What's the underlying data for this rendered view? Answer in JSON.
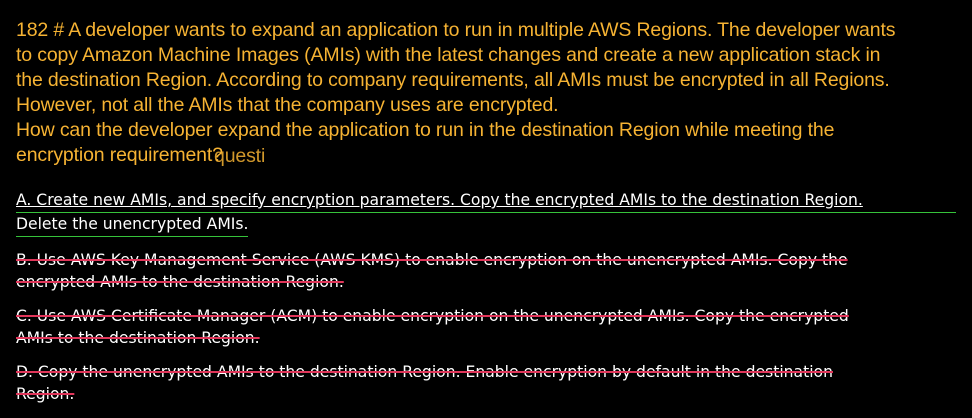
{
  "question": {
    "lines": [
      "182 # A developer wants to expand an application to run in multiple AWS Regions. The developer wants",
      "to copy Amazon Machine Images (AMIs) with the latest changes and create a new application stack in",
      "the destination Region. According to company requirements, all AMIs must be encrypted in all Regions.",
      "However, not all the AMIs that the company uses are encrypted.",
      "How can the developer expand the application to run in the destination Region while meeting the",
      "encryption requirement?"
    ],
    "overlap_text": "questi"
  },
  "options": {
    "a": {
      "lines": [
        "A. Create new AMIs, and specify encryption parameters. Copy the encrypted AMIs to the destination Region.",
        "Delete the unencrypted AMIs."
      ],
      "status": "correct"
    },
    "b": {
      "lines": [
        "B. Use AWS Key Management Service (AWS KMS) to enable encryption on the unencrypted AMIs. Copy the",
        "encrypted AMIs to the destination Region."
      ],
      "status": "crossed-out"
    },
    "c": {
      "lines": [
        "C. Use AWS Certificate Manager (ACM) to enable encryption on the unencrypted AMIs. Copy the encrypted",
        "AMIs to the destination Region."
      ],
      "status": "crossed-out"
    },
    "d": {
      "lines": [
        "D. Copy the unencrypted AMIs to the destination Region. Enable encryption by default in the destination",
        "Region."
      ],
      "status": "crossed-out"
    }
  },
  "colors": {
    "background": "#000000",
    "question_text": "#f6b333",
    "option_text": "#ffffff",
    "correct_underline": "#36c23a",
    "strike": "#e0365a"
  }
}
